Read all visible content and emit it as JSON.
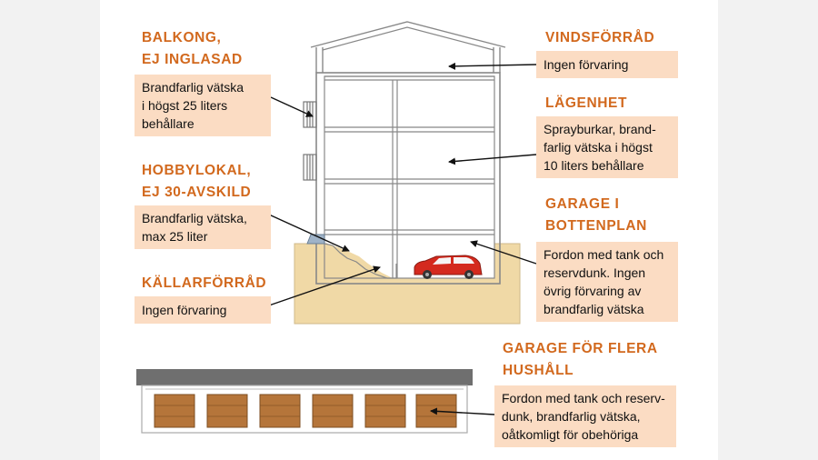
{
  "labels": {
    "balkong": {
      "title": [
        "BALKONG,",
        "EJ INGLASAD"
      ],
      "text": [
        "Brandfarlig vätska",
        "i högst 25 liters",
        "behållare"
      ]
    },
    "hobby": {
      "title": [
        "HOBBYLOKAL,",
        "EJ 30-AVSKILD"
      ],
      "text": [
        "Brandfarlig vätska,",
        "max 25 liter"
      ]
    },
    "kallar": {
      "title": [
        "KÄLLARFÖRRÅD"
      ],
      "text": [
        "Ingen förvaring"
      ]
    },
    "vind": {
      "title": [
        "VINDSFÖRRÅD"
      ],
      "text": [
        "Ingen förvaring"
      ]
    },
    "lagenhet": {
      "title": [
        "LÄGENHET"
      ],
      "text": [
        "Sprayburkar, brand-",
        "farlig vätska i högst",
        "10 liters behållare"
      ]
    },
    "garage_botten": {
      "title": [
        "GARAGE I",
        "BOTTENPLAN"
      ],
      "text": [
        "Fordon med tank och",
        "reservdunk. Ingen",
        "övrig förvaring av",
        "brandfarlig vätska"
      ]
    },
    "garage_flera": {
      "title": [
        "GARAGE FÖR FLERA",
        "HUSHÅLL"
      ],
      "text": [
        "Fordon med tank och reserv-",
        "dunk, brandfarlig vätska,",
        "oåtkomligt för obehöriga"
      ]
    }
  },
  "colors": {
    "heading": "#d2691e",
    "box_fill": "#fbdcc3",
    "ground": "#f0d9a6",
    "car": "#d42a1e",
    "garage_door": "#b5753a",
    "garage_roof": "#6f6f6f",
    "building_line": "#888888"
  }
}
